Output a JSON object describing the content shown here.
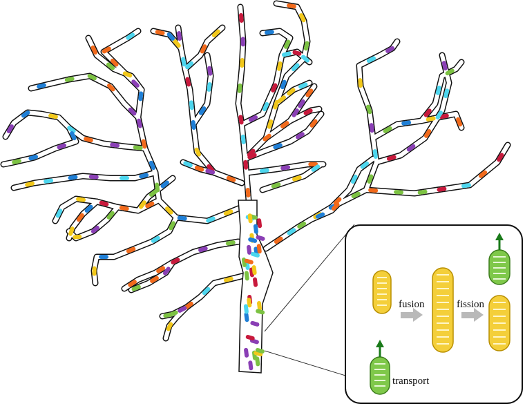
{
  "labels": {
    "fusion": "fusion",
    "fission": "fission",
    "transport": "transport"
  },
  "colors": {
    "dendrite_outline": "#111111",
    "yellow": "#f2c81a",
    "green": "#7cc242",
    "light_blue": "#4dd6ee",
    "blue": "#1f7fd6",
    "purple": "#8a3fb5",
    "red": "#c8193c",
    "orange": "#f26a1b",
    "mito_yellow": "#f4cf3a",
    "mito_green": "#7fc84a",
    "arrow_gray": "#b9b9b9",
    "arrow_green": "#1a7a1a"
  }
}
